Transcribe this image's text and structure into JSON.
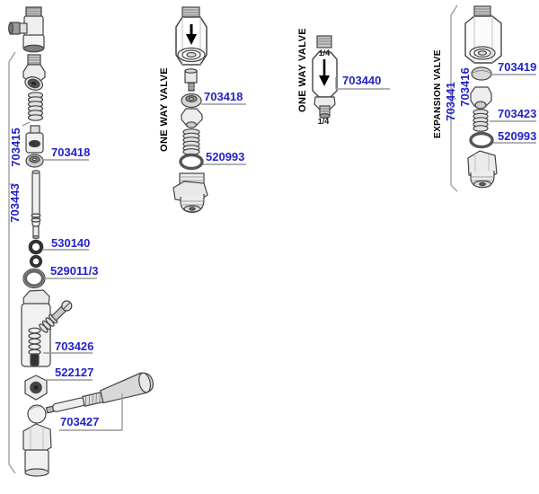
{
  "diagram": {
    "left_assembly": {
      "part_703443": "703443",
      "part_703415": "703415",
      "part_703418": "703418",
      "part_530140": "530140",
      "part_529011_3": "529011/3",
      "part_703426": "703426",
      "part_522127": "522127",
      "part_703427": "703427"
    },
    "one_way_valve_a": {
      "title": "ONE WAY VALVE",
      "part_703418": "703418",
      "part_520993": "520993"
    },
    "one_way_valve_b": {
      "title": "ONE WAY VALVE",
      "part_703440": "703440",
      "size_top": "1/4",
      "size_bottom": "1/4"
    },
    "expansion_valve": {
      "title": "EXPANSION VALVE",
      "part_703441": "703441",
      "part_703416": "703416",
      "part_703419": "703419",
      "part_703423": "703423",
      "part_520993": "520993"
    },
    "colors": {
      "part_link_blue": "#2323c8",
      "leader_gray": "#999999",
      "outline_dark": "#444444"
    }
  }
}
